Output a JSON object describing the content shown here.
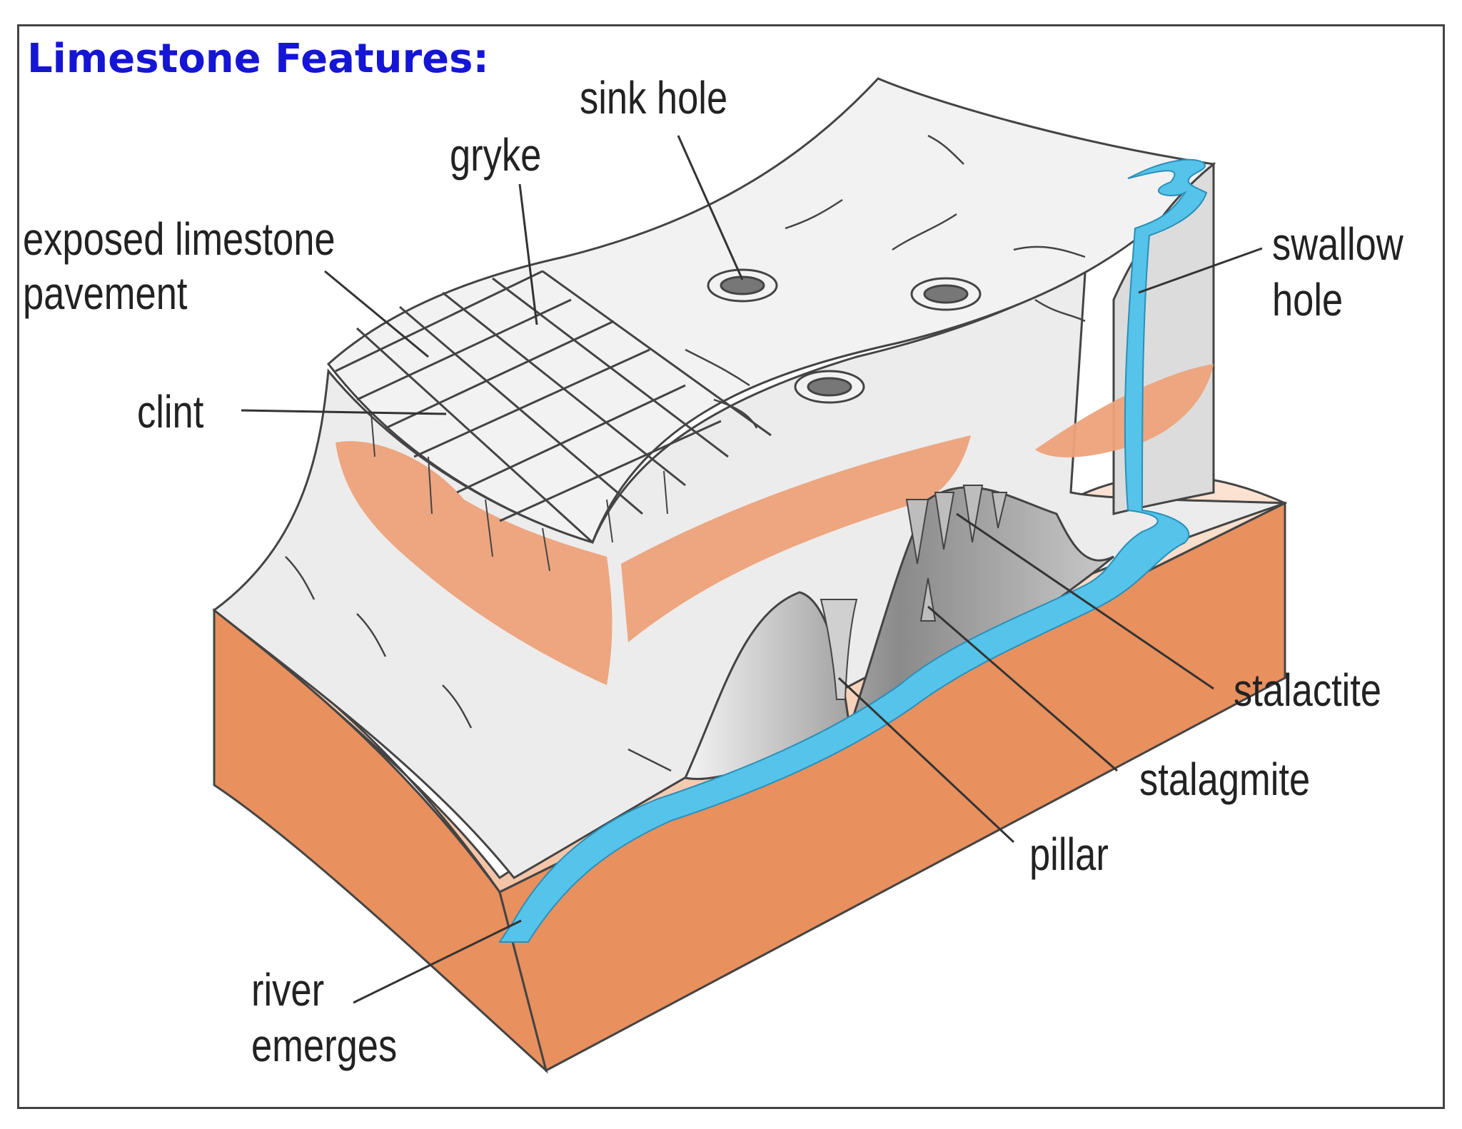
{
  "title": "Limestone Features:",
  "labels": {
    "sink_hole": "sink hole",
    "gryke": "gryke",
    "pavement_line1": "exposed limestone",
    "pavement_line2": "pavement",
    "clint": "clint",
    "swallow_line1": "swallow",
    "swallow_line2": "hole",
    "stalactite": "stalactite",
    "stalagmite": "stalagmite",
    "pillar": "pillar",
    "river_line1": "river",
    "river_line2": "emerges"
  },
  "colors": {
    "title": "#1515d6",
    "limestone": "#ededed",
    "band": "#eda27a",
    "base": "#e8905e",
    "water": "#55c3ea",
    "outline": "#444444"
  }
}
